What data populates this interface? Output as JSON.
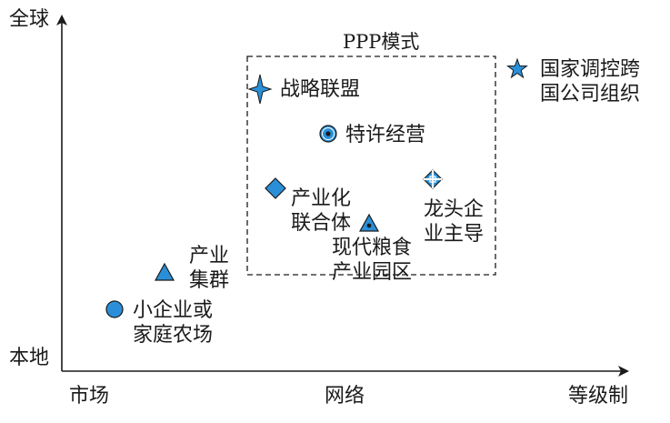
{
  "axes": {
    "y_top": "全球",
    "y_bottom": "本地",
    "x_left": "市场",
    "x_mid": "网络",
    "x_right": "等级制"
  },
  "box_title": "PPP模式",
  "marker_color": "#2a8fd8",
  "items": {
    "strategic": {
      "lines": [
        "战略联盟"
      ],
      "icon": "four-point-star-icon"
    },
    "franchise": {
      "lines": [
        "特许经营"
      ],
      "icon": "dotted-circle-icon"
    },
    "consortium": {
      "lines": [
        "产业化",
        "联合体"
      ],
      "icon": "diamond-icon"
    },
    "leader": {
      "lines": [
        "龙头企",
        "业主导"
      ],
      "icon": "cross-diamond-icon"
    },
    "grainpark": {
      "lines": [
        "现代粮食",
        "产业园区"
      ],
      "icon": "dotted-triangle-icon"
    },
    "cluster": {
      "lines": [
        "产业",
        "集群"
      ],
      "icon": "triangle-icon"
    },
    "smallfarm": {
      "lines": [
        "小企业或",
        "家庭农场"
      ],
      "icon": "circle-icon"
    },
    "multinational": {
      "lines": [
        "国家调控跨",
        "国公司组织"
      ],
      "icon": "five-point-star-icon"
    }
  }
}
